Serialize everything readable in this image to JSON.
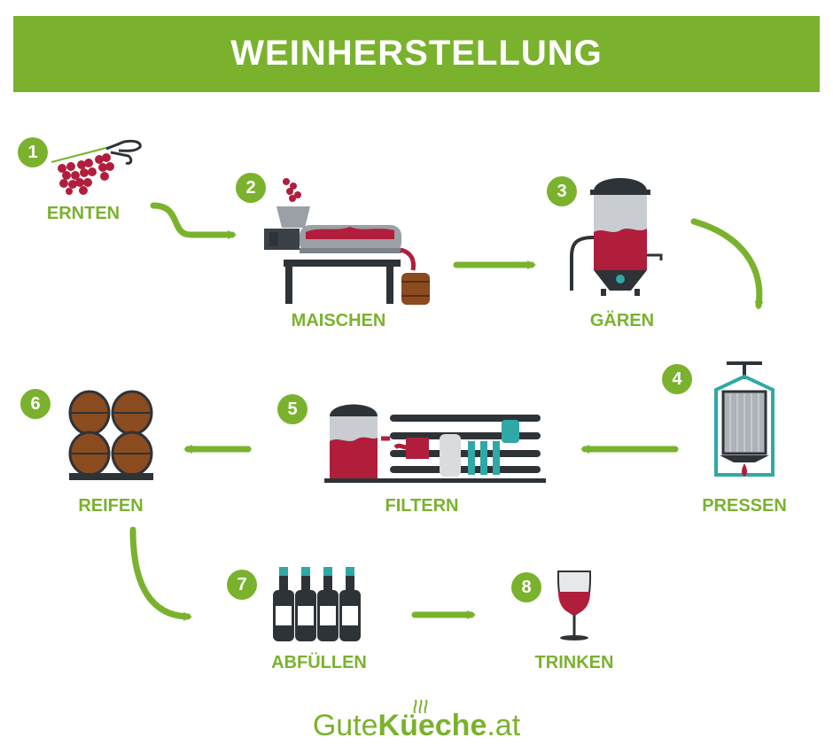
{
  "title": "WEINHERSTELLUNG",
  "steps": [
    {
      "number": "1",
      "label": "ERNTEN"
    },
    {
      "number": "2",
      "label": "MAISCHEN"
    },
    {
      "number": "3",
      "label": "GÄREN"
    },
    {
      "number": "4",
      "label": "PRESSEN"
    },
    {
      "number": "5",
      "label": "FILTERN"
    },
    {
      "number": "6",
      "label": "REIFEN"
    },
    {
      "number": "7",
      "label": "ABFÜLLEN"
    },
    {
      "number": "8",
      "label": "TRINKEN"
    }
  ],
  "logo": {
    "part1": "Gute",
    "part2": "Küeche",
    "part3": ".at"
  },
  "colors": {
    "accent": "#7ab22e",
    "wine": "#b01e3c",
    "dark": "#2e3338",
    "teal": "#2fa8a6",
    "wood": "#8a4b1f"
  }
}
